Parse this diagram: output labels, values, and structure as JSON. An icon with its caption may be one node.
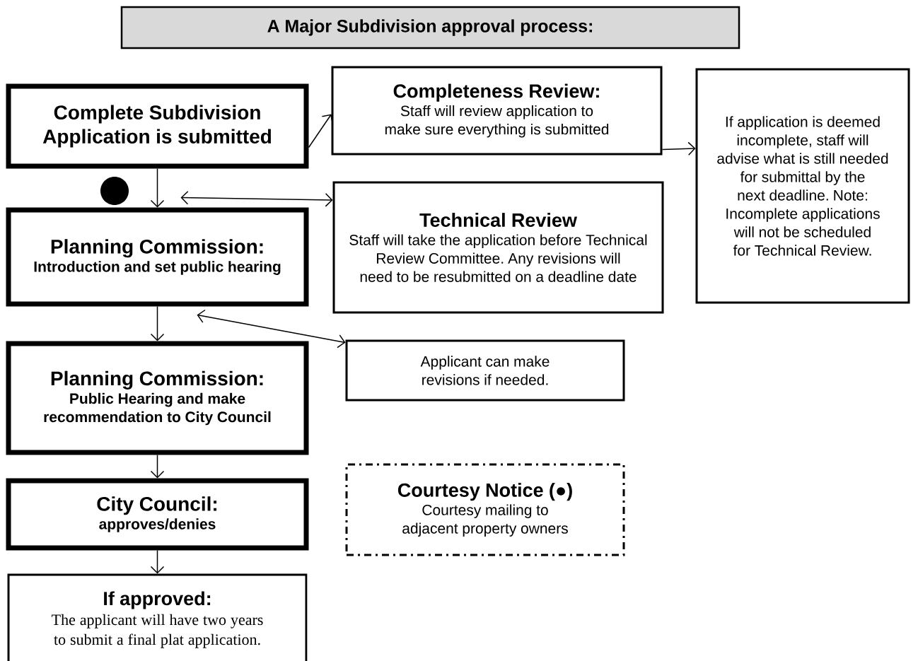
{
  "diagram": {
    "nodes": [
      {
        "text": [
          "A Major Subdivision approval process:"
        ]
      },
      {
        "text": [
          "Complete Subdivision Application is submitted"
        ]
      },
      {
        "text": [
          "Completeness Review:",
          "Staff will review application to make sure everything is submitted"
        ]
      },
      {
        "text": [
          "If application is deemed incomplete, staff will advise what is still needed for submittal by the next deadline. Note: Incomplete applications will not be scheduled for Technical Review."
        ]
      },
      {
        "text": [
          "Planning Commission:",
          "Introduction and set public hearing"
        ]
      },
      {
        "text": [
          "Technical Review",
          "Staff will take the application before Technical Review Committee.  Any revisions will need to be resubmitted on a deadline date"
        ]
      },
      {
        "text": [
          "Planning Commission:",
          "Public Hearing and make recommendation to City Council"
        ]
      },
      {
        "text": [
          "Applicant can make revisions if needed."
        ]
      },
      {
        "text": [
          "City Council:",
          "approves/denies"
        ]
      },
      {
        "text": [
          "Courtesy Notice (●)",
          "Courtesy mailing to adjacent property owners"
        ]
      },
      {
        "text": [
          "If approved:",
          "The applicant will have two years to submit a final plat application."
        ]
      }
    ],
    "edges": [
      {
        "from": 1,
        "to": 2,
        "arrow": "to"
      },
      {
        "from": 2,
        "to": 3,
        "arrow": "to"
      },
      {
        "from": 1,
        "to": 4,
        "arrow": "to"
      },
      {
        "from": 4,
        "to": 5,
        "arrow": "both"
      },
      {
        "from": 4,
        "to": 6,
        "arrow": "to"
      },
      {
        "from": 4,
        "to": 7,
        "arrow": "both"
      },
      {
        "from": 6,
        "to": 8,
        "arrow": "to"
      },
      {
        "from": 8,
        "to": 10,
        "arrow": "to"
      }
    ]
  }
}
